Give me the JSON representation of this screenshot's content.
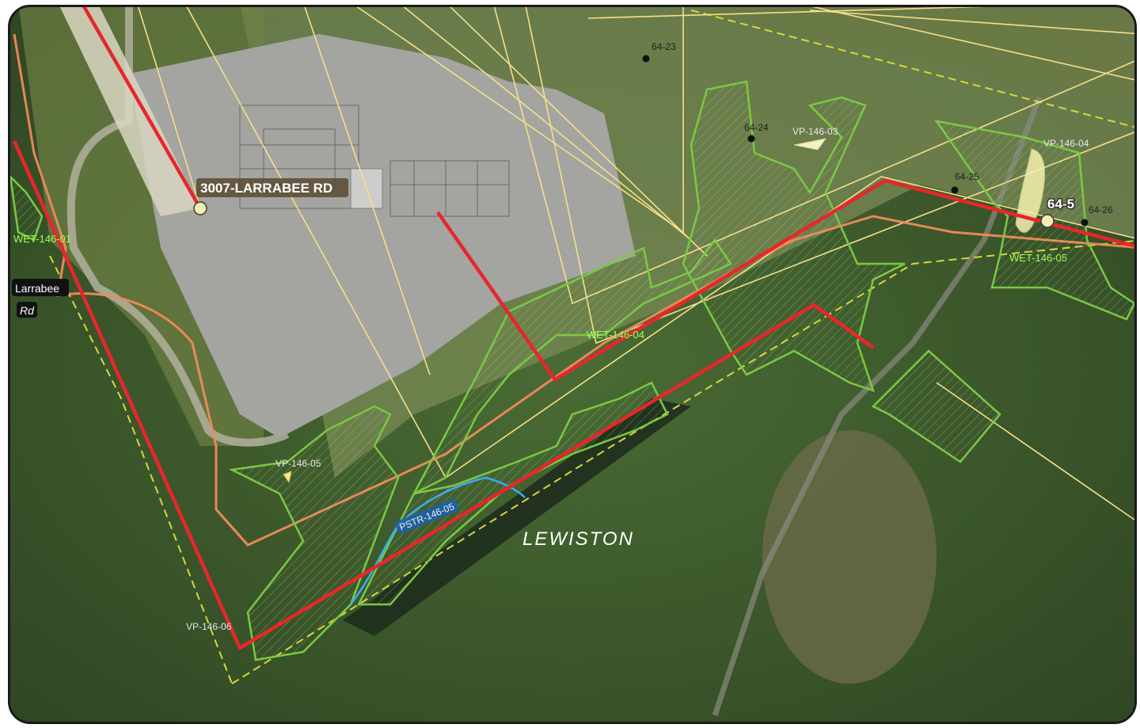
{
  "map": {
    "substation_label": "3007-LARRABEE RD",
    "town_label": "LEWISTON",
    "road_label_line1": "Larrabee",
    "road_label_line2": "Rd",
    "structure_label": "64-5",
    "wetland_labels": {
      "wet_146_01": "WET-146-01",
      "wet_146_04": "WET-146-04",
      "wet_146_05": "WET-146-05"
    },
    "vernal_pool_labels": {
      "vp_146_03": "VP-146-03",
      "vp_146_04": "VP-146-04",
      "vp_146_05": "VP-146-05",
      "vp_146_06": "VP-146-06"
    },
    "stream_label": "PSTR-146-05",
    "point_labels": {
      "p_64_23": "64-23",
      "p_64_24": "64-24",
      "p_64_25": "64-25",
      "p_64_26": "64-26"
    },
    "colors": {
      "transmission_line": "#e8262b",
      "row_boundary": "#f5e08a",
      "access_road": "#f08a5a",
      "wetland": "#7ac943",
      "stream": "#3fa9f5",
      "parcel_line": "#d8d83a",
      "substation_pad": "#9a9a9a",
      "forest": "#3f5a2e"
    },
    "icons": {
      "structure_marker": "circle-marker-icon",
      "survey_point": "dot-icon"
    }
  }
}
